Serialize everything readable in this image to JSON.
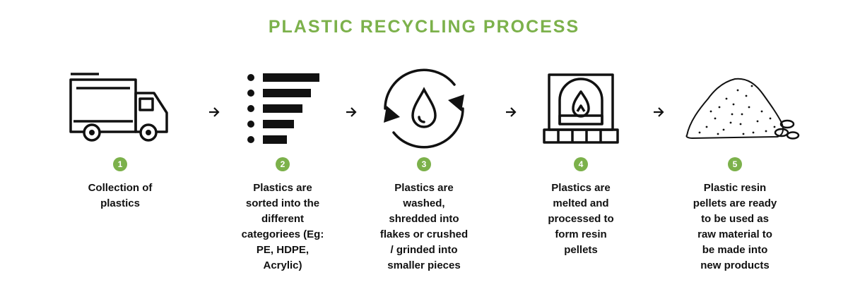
{
  "title": "PLASTIC RECYCLING PROCESS",
  "accent_color": "#7cb14b",
  "steps": [
    {
      "number": "1",
      "icon": "truck-icon",
      "text": "Collection of\nplastics"
    },
    {
      "number": "2",
      "icon": "sorting-list-icon",
      "text": "Plastics are\nsorted into the\ndifferent\ncategoriees (Eg:\nPE, HDPE,\nAcrylic)"
    },
    {
      "number": "3",
      "icon": "wash-cycle-icon",
      "text": "Plastics are\nwashed,\nshredded into\nflakes or crushed\n/ grinded  into\nsmaller pieces"
    },
    {
      "number": "4",
      "icon": "furnace-icon",
      "text": "Plastics are\nmelted and\nprocessed to\nform resin\npellets"
    },
    {
      "number": "5",
      "icon": "resin-pellets-icon",
      "text": "Plastic resin\npellets are ready\nto be used as\nraw material to\nbe made into\nnew products"
    }
  ]
}
